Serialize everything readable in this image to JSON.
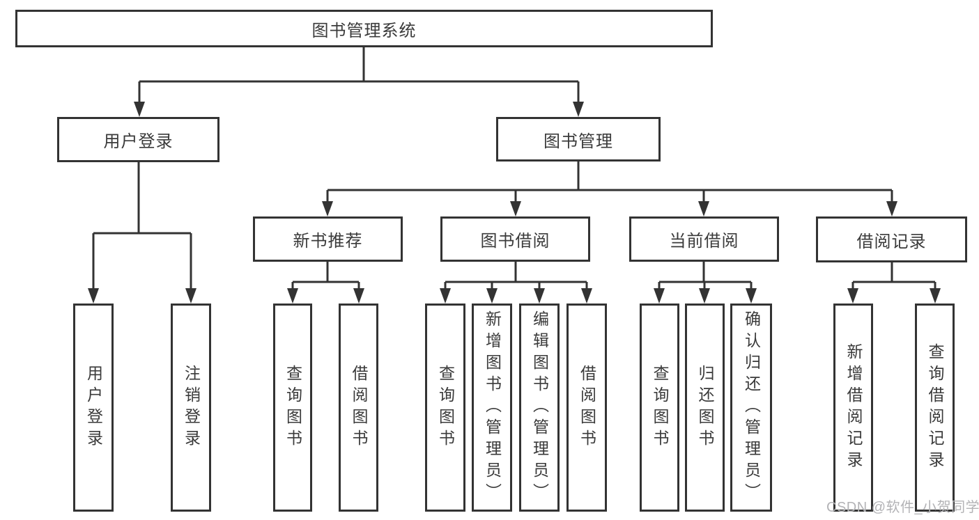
{
  "diagram": {
    "root": "图书管理系统",
    "branches": {
      "user_login": "用户登录",
      "book_management": "图书管理"
    },
    "modules": {
      "new_book_recommend": "新书推荐",
      "book_borrowing": "图书借阅",
      "current_borrowing": "当前借阅",
      "borrowing_records": "借阅记录"
    },
    "leaves": {
      "user_login": "用户登录",
      "logout": "注销登录",
      "recommend_query_books": "查询图书",
      "recommend_borrow_books": "借阅图书",
      "borrowing_query_books": "查询图书",
      "add_book_admin": "新增图书（管理员）",
      "edit_book_admin": "编辑图书（管理员）",
      "borrowing_borrow_books": "借阅图书",
      "current_query_books": "查询图书",
      "return_books": "归还图书",
      "confirm_return_admin": "确认归还（管理员）",
      "add_borrow_record": "新增借阅记录",
      "query_borrow_record": "查询借阅记录"
    },
    "watermark": "CSDN @软件_小贺同学",
    "colors": {
      "line": "#333333",
      "text": "#3a3a3a",
      "background": "#ffffff",
      "watermark": "#b3b3b6"
    }
  }
}
